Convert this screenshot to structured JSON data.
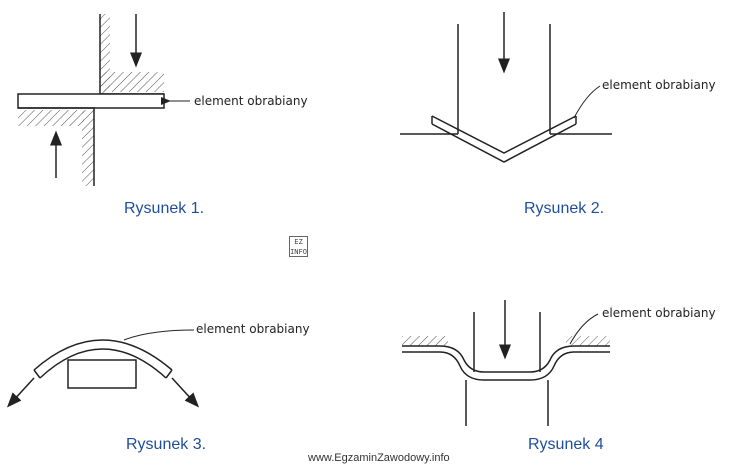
{
  "figures": [
    {
      "caption": "Rysunek 1.",
      "label": "element obrabiany"
    },
    {
      "caption": "Rysunek 2.",
      "label": "element obrabiany"
    },
    {
      "caption": "Rysunek 3.",
      "label": "element obrabiany"
    },
    {
      "caption": "Rysunek 4",
      "label": "element obrabiany"
    }
  ],
  "logo": {
    "line1": "EZ",
    "line2": "INFO"
  },
  "footer": "www.EgzaminZawodowy.info",
  "colors": {
    "caption": "#1f4e9c",
    "lines": "#222222",
    "background": "#ffffff"
  }
}
